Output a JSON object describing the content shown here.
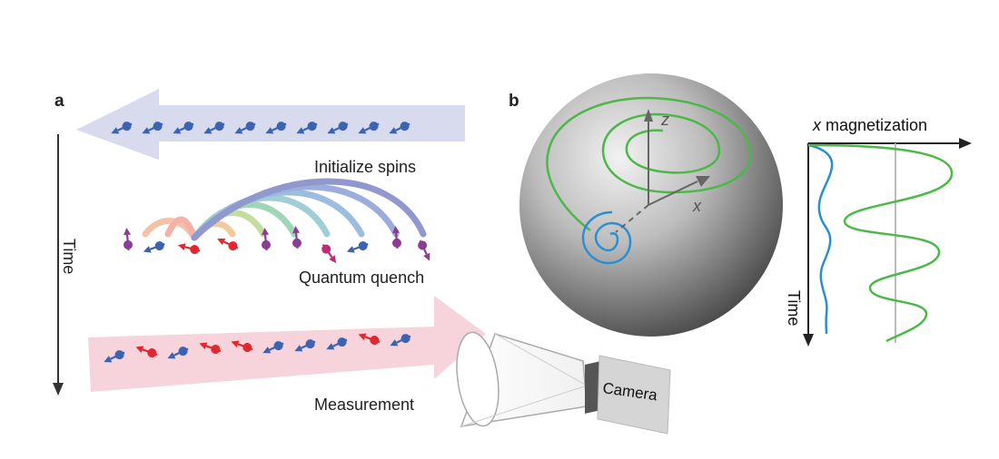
{
  "panels": {
    "a": {
      "label": "a",
      "time_axis_label": "Time",
      "steps": {
        "initialize": "Initialize spins",
        "quench": "Quantum quench",
        "measure": "Measurement"
      },
      "camera_label": "Camera",
      "initial_spin_count": 10,
      "measurement_spin_states": [
        "blue",
        "red",
        "blue",
        "red",
        "red",
        "blue",
        "blue",
        "blue",
        "red",
        "blue"
      ]
    },
    "b": {
      "label": "b",
      "sphere_axes": {
        "z": "z",
        "x": "x"
      },
      "plot_title_italic": "x",
      "plot_title_rest": " magnetization",
      "plot_time_label": "Time"
    }
  },
  "colors": {
    "blue_spin": "#3b63b0",
    "red_spin": "#e0282e",
    "purple_spin": "#8a3d93",
    "magenta_spin": "#c02a78",
    "init_arrow": "#d9dcee",
    "measure_arrow": "#f7d3dc",
    "green_trace": "#4cb848",
    "blue_trace": "#2a8fd0"
  }
}
